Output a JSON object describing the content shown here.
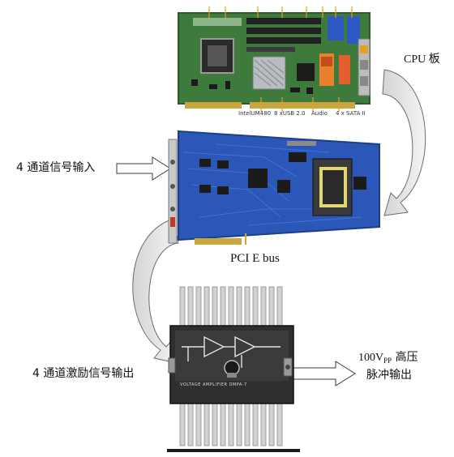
{
  "labels": {
    "cpu_board": "CPU 板",
    "input": "4 通道信号输入",
    "pcie_bus": "PCI E bus",
    "excitation_output": "4 通道激励信号输出",
    "hv_output_line1_prefix": "100V",
    "hv_output_line1_sub": "PP",
    "hv_output_line1_suffix": " 高压",
    "hv_output_line2": "脉冲输出"
  },
  "cpu_board_silkscreen": [
    "IntelUM480",
    "8 xUSB 2.0",
    "Audio",
    "4 x SATA II"
  ],
  "amplifier_silkscreen": "VOLTAGE AMPLIFIER DMPA-7"
}
